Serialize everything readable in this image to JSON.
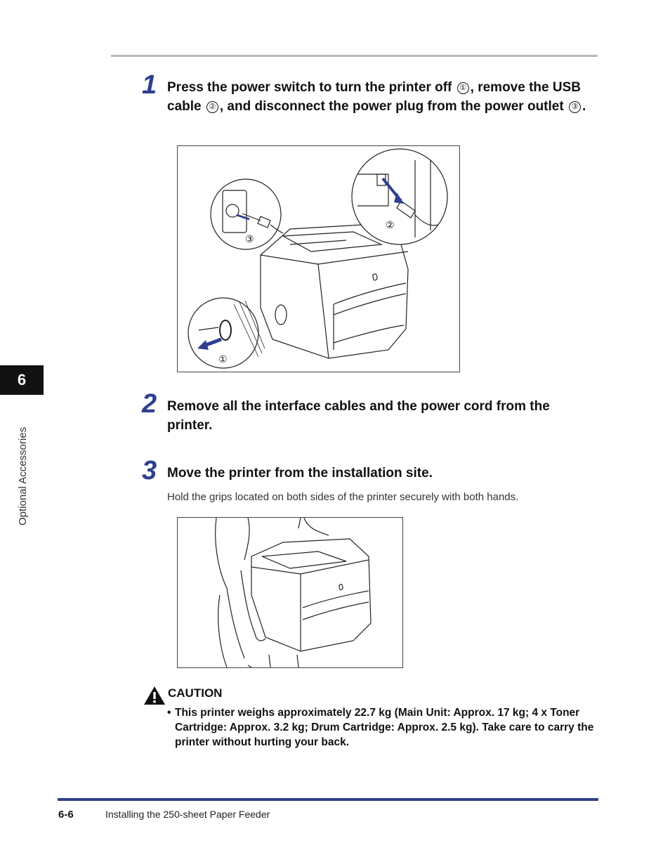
{
  "steps": [
    {
      "number": "1",
      "parts": [
        "Press the power switch to turn the printer off ",
        "①",
        ", remove the USB cable ",
        "②",
        ", and disconnect the power plug from the power outlet ",
        "③",
        "."
      ]
    },
    {
      "number": "2",
      "text": "Remove all the interface cables and the power cord from the printer."
    },
    {
      "number": "3",
      "text": "Move the printer from the installation site.",
      "note": "Hold the grips located on both sides of the printer securely with both hands."
    }
  ],
  "figure1": {
    "callouts": [
      "①",
      "②",
      "③"
    ]
  },
  "side": {
    "tab_number": "6",
    "label": "Optional Accessories"
  },
  "caution": {
    "title": "CAUTION",
    "bullet": "•",
    "text": "This printer weighs approximately 22.7 kg (Main Unit: Approx. 17 kg; 4 x Toner Cartridge: Approx. 3.2 kg; Drum Cartridge: Approx. 2.5 kg). Take care to carry the printer without hurting your back."
  },
  "footer": {
    "page": "6-6",
    "title": "Installing the 250-sheet Paper Feeder"
  },
  "colors": {
    "accent": "#2f3f8f",
    "rule": "#b9b9b9"
  }
}
